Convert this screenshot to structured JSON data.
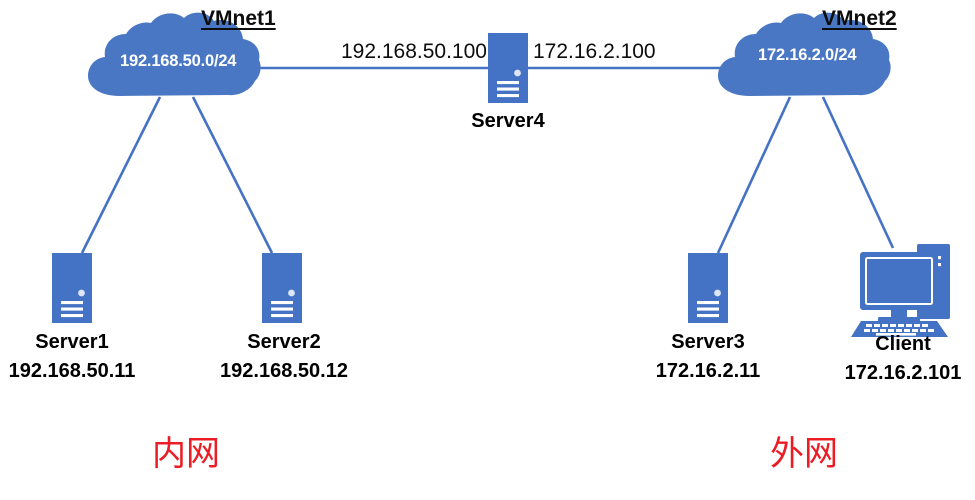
{
  "diagram": {
    "title_left": "VMnet1",
    "title_right": "VMnet2",
    "colors": {
      "node_blue": "#4472C4",
      "cloud_blue": "#4A77C4",
      "line_blue": "#4472C4",
      "zone_red": "#EC1C24",
      "text_black": "#0D0D0D",
      "background": "#FFFFFF"
    },
    "clouds": [
      {
        "name": "vmnet1-cloud",
        "label": "VMnet1",
        "cidr": "192.168.50.0/24"
      },
      {
        "name": "vmnet2-cloud",
        "label": "VMnet2",
        "cidr": "172.16.2.0/24"
      }
    ],
    "interface_labels": {
      "left": "192.168.50.100",
      "right": "172.16.2.100"
    },
    "nodes": [
      {
        "id": "server1",
        "icon": "server-tower-icon",
        "name": "Server1",
        "ip": "192.168.50.11"
      },
      {
        "id": "server2",
        "icon": "server-tower-icon",
        "name": "Server2",
        "ip": "192.168.50.12"
      },
      {
        "id": "server3",
        "icon": "server-tower-icon",
        "name": "Server3",
        "ip": "172.16.2.11"
      },
      {
        "id": "server4",
        "icon": "server-tower-icon",
        "name": "Server4",
        "ip": ""
      },
      {
        "id": "client",
        "icon": "desktop-computer-icon",
        "name": "Client",
        "ip": "172.16.2.101"
      }
    ],
    "zones": [
      {
        "id": "internal",
        "label": "内网"
      },
      {
        "id": "external",
        "label": "外网"
      }
    ]
  }
}
